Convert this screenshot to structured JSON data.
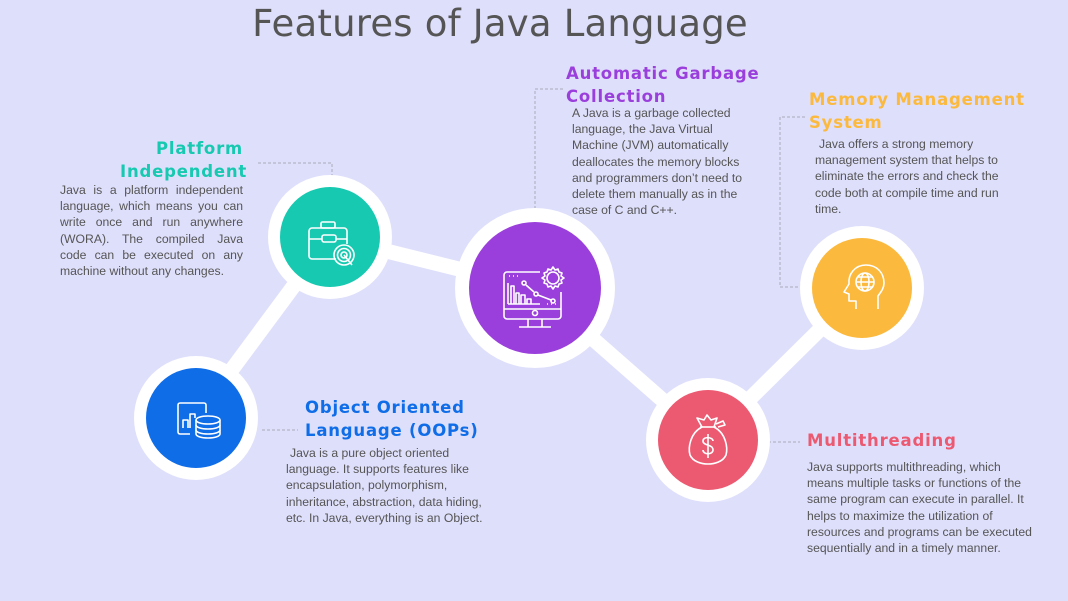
{
  "title": "Features of Java Language",
  "colors": {
    "background": "#dedffb",
    "connector": "#ffffff",
    "platform": "#17c9b0",
    "gc": "#9b3fdc",
    "memory": "#fbb93e",
    "oop": "#0f6de8",
    "multithreading": "#ec5a72",
    "body_text": "#555555"
  },
  "features": {
    "platform": {
      "heading_line1": "Platform",
      "heading_line2": "Independent",
      "description": "Java is a platform independent language, which means you can write once and run anywhere (WORA). The compiled Java code can be executed on any machine without any changes.",
      "icon": "briefcase-target-icon"
    },
    "gc": {
      "heading_line1": "Automatic Garbage",
      "heading_line2": "Collection",
      "description": "A Java is a garbage collected language, the Java Virtual Machine (JVM) automatically deallocates the memory blocks and programmers don’t need to delete them manually as in the case of C and C++.",
      "icon": "monitor-analytics-gear-icon"
    },
    "memory": {
      "heading_line1": "Memory Management",
      "heading_line2": "System",
      "description": "Java offers a strong memory management system that helps to eliminate the errors and check the code both at compile time and run time.",
      "icon": "head-globe-icon"
    },
    "oop": {
      "heading_line1": "Object Oriented",
      "heading_line2": "Language (OOPs)",
      "description": "Java is a pure object oriented language. It supports features like encapsulation, polymorphism, inheritance, abstraction, data hiding, etc. In Java, everything is an Object.",
      "icon": "chart-database-icon"
    },
    "multithreading": {
      "heading_line1": "Multithreading",
      "description": "Java supports multithreading, which means multiple tasks or functions of the same program can execute in parallel. It helps to maximize the utilization of resources and programs can be executed sequentially and in a timely manner.",
      "icon": "money-bag-icon"
    }
  }
}
